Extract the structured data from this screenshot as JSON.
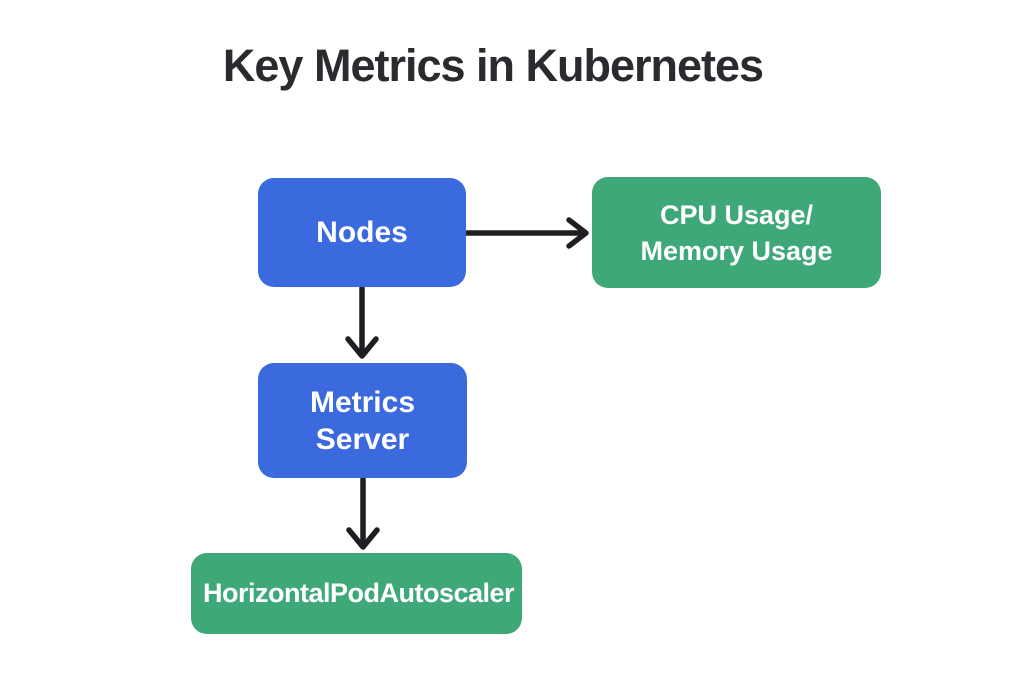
{
  "title": "Key Metrics in Kubernetes",
  "colors": {
    "node_blue": "#3B6ADE",
    "node_green": "#3FA878",
    "arrow": "#1E1F23",
    "title_text": "#2B2B2F",
    "box_text": "#FFFFFF",
    "background": "#FFFFFF"
  },
  "diagram": {
    "boxes": [
      {
        "id": "nodes",
        "color": "blue",
        "lines": [
          "Nodes"
        ]
      },
      {
        "id": "cpu-memory-usage",
        "color": "green",
        "lines": [
          "CPU Usage/",
          "Memory Usage"
        ]
      },
      {
        "id": "metrics-server",
        "color": "blue",
        "lines": [
          "Metrics",
          "Server"
        ]
      },
      {
        "id": "horizontal-pod-autoscaler",
        "color": "green",
        "lines": [
          "HorizontalPodAutoscaler"
        ]
      }
    ],
    "edges": [
      {
        "from": "nodes",
        "to": "cpu-memory-usage",
        "direction": "right"
      },
      {
        "from": "nodes",
        "to": "metrics-server",
        "direction": "down"
      },
      {
        "from": "metrics-server",
        "to": "horizontal-pod-autoscaler",
        "direction": "down"
      }
    ]
  }
}
